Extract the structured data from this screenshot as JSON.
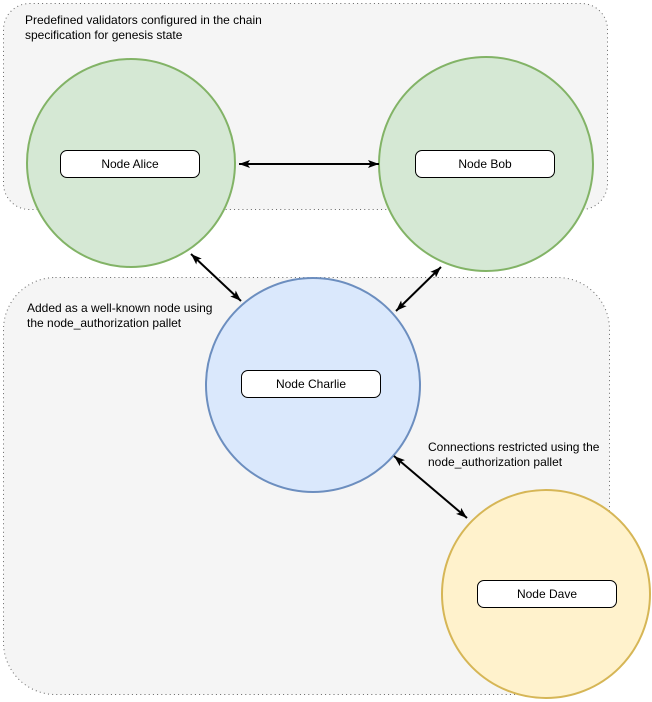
{
  "colors": {
    "canvas_bg": "#ffffff",
    "region_fill": "#f5f5f5",
    "region_border": "#666666",
    "green_fill": "#d5e8d4",
    "green_stroke": "#82b366",
    "blue_fill": "#dae8fc",
    "blue_stroke": "#6c8ebf",
    "yellow_fill": "#fff2cc",
    "yellow_stroke": "#d6b656",
    "arrow_color": "#000000",
    "label_bg": "#ffffff",
    "label_border": "#000000"
  },
  "regions": {
    "validators": {
      "caption": "Predefined validators configured in the chain\nspecification for genesis state"
    },
    "well_known": {
      "caption": "Added as a well-known node using\nthe node_authorization pallet"
    }
  },
  "annotations": {
    "restricted": "Connections restricted using the\nnode_authorization pallet"
  },
  "nodes": {
    "alice": {
      "label": "Node Alice"
    },
    "bob": {
      "label": "Node Bob"
    },
    "charlie": {
      "label": "Node Charlie"
    },
    "dave": {
      "label": "Node Dave"
    }
  },
  "edges": [
    {
      "from": "alice",
      "to": "bob",
      "style": "double-arrow"
    },
    {
      "from": "alice",
      "to": "charlie",
      "style": "double-arrow"
    },
    {
      "from": "bob",
      "to": "charlie",
      "style": "double-arrow"
    },
    {
      "from": "charlie",
      "to": "dave",
      "style": "double-arrow"
    }
  ]
}
